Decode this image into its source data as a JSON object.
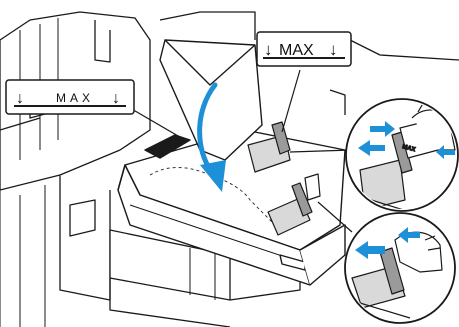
{
  "labels": {
    "max_left": {
      "arrow_left": "↓",
      "text": "MAX",
      "arrow_right": "↓"
    },
    "max_top": {
      "arrow_left": "↓",
      "text": "MAX",
      "arrow_right": "↓"
    },
    "guide_tab": "MAX"
  },
  "colors": {
    "arrow": "#1e90d8",
    "line": "#1a1a1a",
    "paper": "#ffffff",
    "panel": "#ffffff",
    "shade": "#d9d9d9",
    "dark_shade": "#9a9a9a"
  },
  "icons": {
    "insert_arrow": "curved-down-arrow",
    "squeeze_arrows": "arrow-pair-inward",
    "slide_arrows": "arrow-pair-left"
  }
}
